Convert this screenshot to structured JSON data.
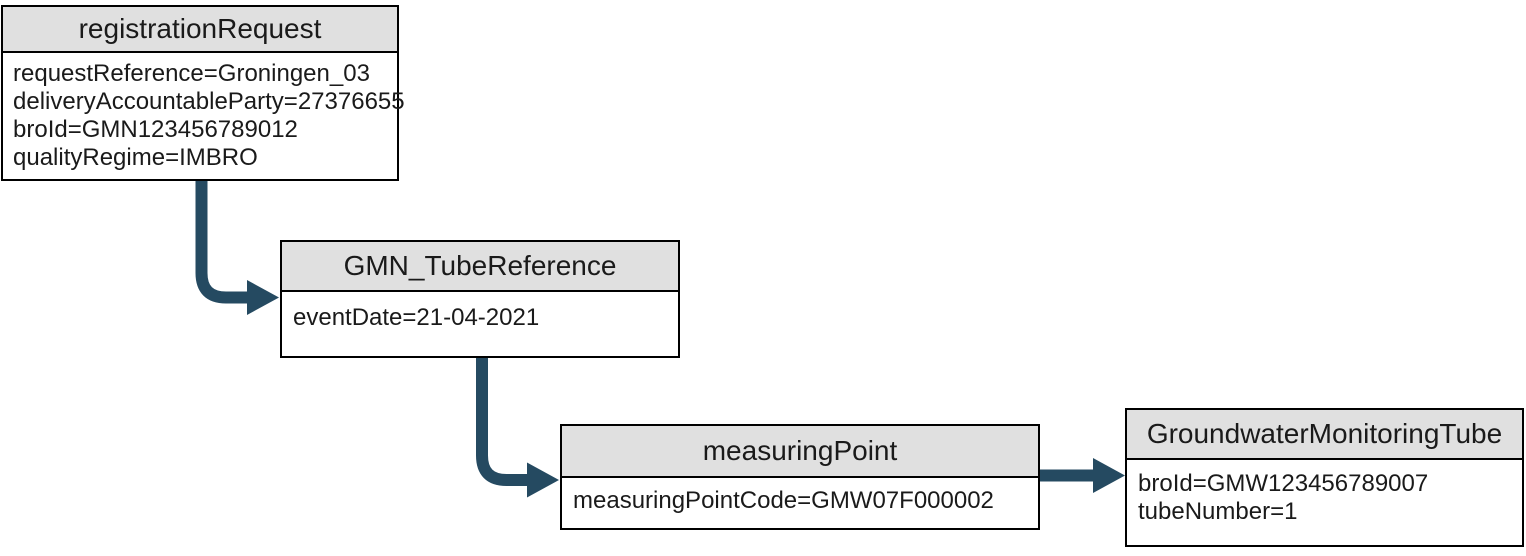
{
  "diagram": {
    "connector_color": "#254A61",
    "node_border_color": "#000000",
    "node_header_fill": "#E0E0E0",
    "nodes": [
      {
        "title": "registrationRequest",
        "attributes": [
          "requestReference=Groningen_03",
          "deliveryAccountableParty=27376655",
          "broId=GMN123456789012",
          "qualityRegime=IMBRO"
        ]
      },
      {
        "title": "GMN_TubeReference",
        "attributes": [
          "eventDate=21-04-2021"
        ]
      },
      {
        "title": "measuringPoint",
        "attributes": [
          "measuringPointCode=GMW07F000002"
        ]
      },
      {
        "title": "GroundwaterMonitoringTube",
        "attributes": [
          "broId=GMW123456789007",
          "tubeNumber=1"
        ]
      }
    ],
    "connections": [
      {
        "from": "registrationRequest",
        "to": "GMN_TubeReference"
      },
      {
        "from": "GMN_TubeReference",
        "to": "measuringPoint"
      },
      {
        "from": "measuringPoint",
        "to": "GroundwaterMonitoringTube"
      }
    ]
  }
}
